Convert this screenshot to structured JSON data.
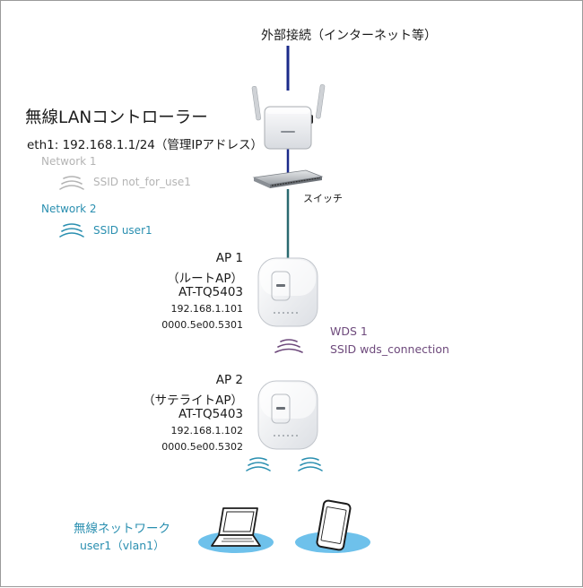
{
  "external": {
    "label": "外部接続（インターネット等）"
  },
  "controller": {
    "title": "無線LANコントローラー",
    "eth": "eth1: 192.168.1.1/24（管理IPアドレス）"
  },
  "networks": [
    {
      "label": "Network 1",
      "ssid": "SSID not_for_use1",
      "color": "#b4b4b4"
    },
    {
      "label": "Network 2",
      "ssid": "SSID user1",
      "color": "#2a8fb0"
    }
  ],
  "switch": {
    "label": "スイッチ"
  },
  "ap1": {
    "name": "AP 1",
    "role": "（ルートAP）",
    "model": "AT-TQ5403",
    "ip": "192.168.1.101",
    "mac": "0000.5e00.5301"
  },
  "wds": {
    "label": "WDS 1",
    "ssid": "SSID wds_connection",
    "color": "#6e4a7c"
  },
  "ap2": {
    "name": "AP 2",
    "role": "（サテライトAP）",
    "model": "AT-TQ5403",
    "ip": "192.168.1.102",
    "mac": "0000.5e00.5302"
  },
  "wireless_net": {
    "title": "無線ネットワーク",
    "sub": "user1（vlan1）",
    "color": "#2a8fb0"
  },
  "colors": {
    "uplink": "#1a2a8a",
    "link": "#2a6a70"
  }
}
